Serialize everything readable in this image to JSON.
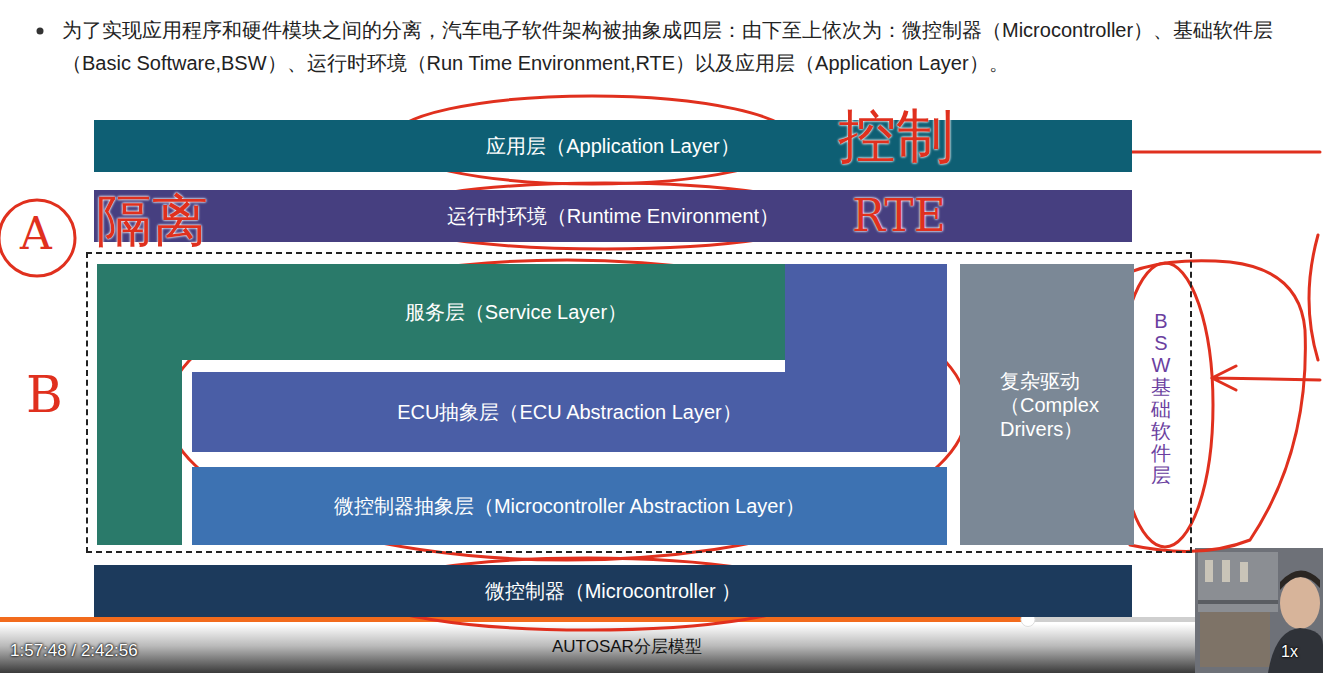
{
  "diagram": {
    "title": "为了实现应用程序和硬件模块之间的分离，汽车电子软件架构被抽象成四层：由下至上依次为：微控制器（Microcontroller）、基础软件层（Basic Software,BSW）、运行时环境（Run Time Environment,RTE）以及应用层（Application Layer）。",
    "caption": "AUTOSAR分层模型",
    "nodes": [
      {
        "text": [
          "应用层（Application Layer）"
        ]
      },
      {
        "text": [
          "运行时环境（Runtime Environment）"
        ]
      },
      {
        "text": [
          "BSW基础软件层"
        ]
      },
      {
        "text": [
          "服务层（Service Layer）"
        ],
        "in": 2
      },
      {
        "text": [
          "ECU抽象层（ECU Abstraction Layer）"
        ],
        "in": 2
      },
      {
        "text": [
          "微控制器抽象层（Microcontroller Abstraction Layer）"
        ],
        "in": 2
      },
      {
        "text": [
          "复杂驱动 （Complex Drivers）"
        ],
        "in": 2
      },
      {
        "text": [
          "微控制器（Microcontroller ）"
        ]
      }
    ],
    "labels": [
      "控制",
      "A",
      "B",
      "RTE",
      "隔离",
      "1:57:48 / 2:42:56",
      "1x"
    ]
  }
}
